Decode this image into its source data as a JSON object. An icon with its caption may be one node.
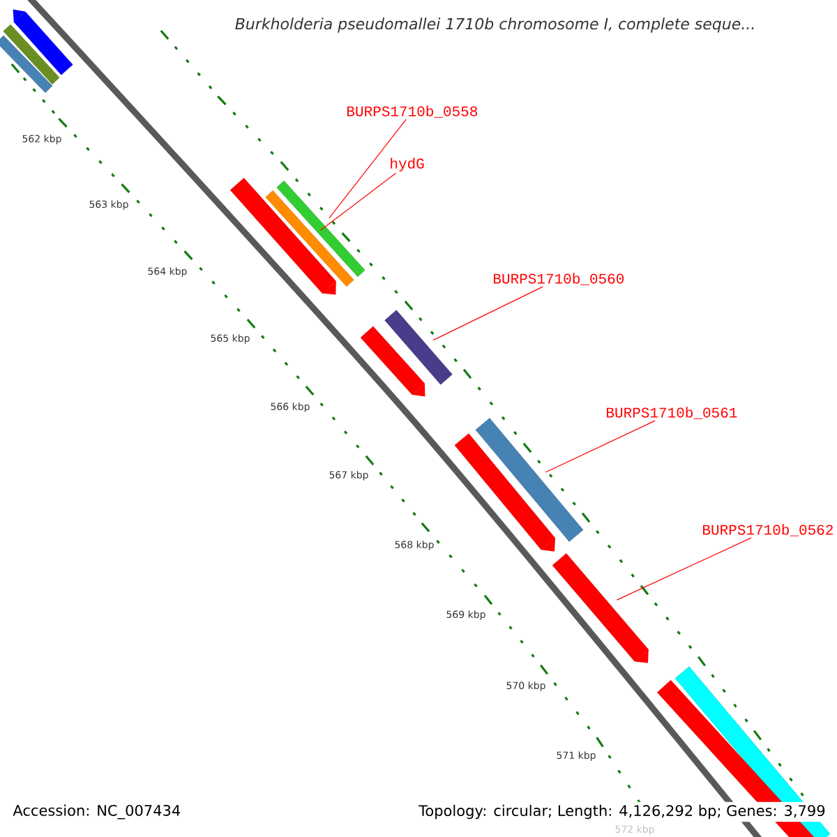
{
  "diagram": {
    "title": "Burkholderia pseudomallei 1710b chromosome I, complete seque...",
    "nodes": [
      {
        "text": [
          "BURPS1710b_0558"
        ]
      },
      {
        "text": [
          "hydG"
        ]
      },
      {
        "text": [
          "BURPS1710b_0560"
        ]
      },
      {
        "text": [
          "BURPS1710b_0561"
        ]
      },
      {
        "text": [
          "BURPS1710b_0562"
        ]
      },
      {
        "text": [],
        "shape": "bar"
      },
      {
        "text": [],
        "shape": "bar"
      },
      {
        "text": [],
        "shape": "bar"
      },
      {
        "text": [],
        "shape": "bar"
      },
      {
        "text": [],
        "shape": "bar"
      },
      {
        "text": [],
        "shape": "bar"
      },
      {
        "text": [],
        "shape": "bar"
      },
      {
        "text": [],
        "shape": "bar"
      },
      {
        "text": [],
        "shape": "bar"
      },
      {
        "text": [],
        "shape": "bar"
      },
      {
        "text": [],
        "shape": "bar"
      },
      {
        "text": [],
        "shape": "bar"
      },
      {
        "text": [],
        "shape": "bar"
      }
    ],
    "edges": [
      {
        "from": 0,
        "to": 10,
        "arrow": "none"
      },
      {
        "from": 1,
        "to": 9,
        "arrow": "none"
      },
      {
        "from": 2,
        "to": 12,
        "arrow": "none"
      },
      {
        "from": 3,
        "to": 14,
        "arrow": "none"
      },
      {
        "from": 4,
        "to": 15,
        "arrow": "none"
      }
    ],
    "labels": [
      "562 kbp",
      "563 kbp",
      "564 kbp",
      "565 kbp",
      "566 kbp",
      "567 kbp",
      "568 kbp",
      "569 kbp",
      "570 kbp",
      "571 kbp",
      "572 kbp",
      "Accession: NC_007434",
      "Topology: circular; Length: 4,126,292 bp; Genes: 3,799"
    ]
  }
}
